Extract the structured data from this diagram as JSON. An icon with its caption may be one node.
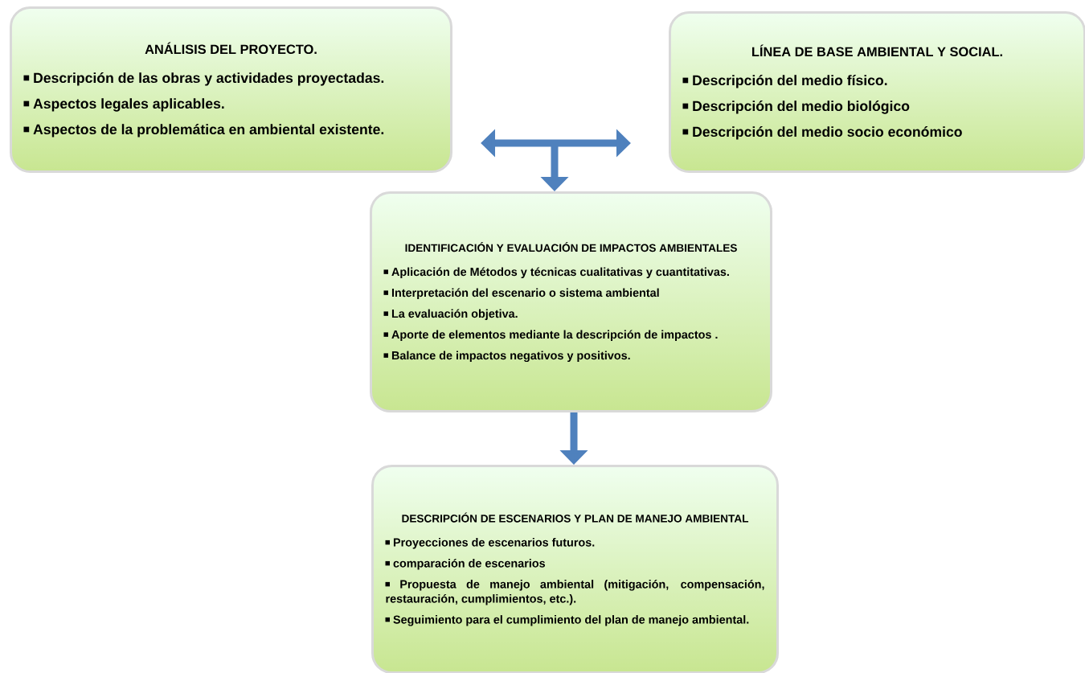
{
  "diagram": {
    "nodes": [
      {
        "text": [
          "ANÁLISIS DEL PROYECTO.",
          "Descripción de las obras y actividades proyectadas.",
          "Aspectos legales aplicables.",
          "Aspectos de la problemática en ambiental existente."
        ]
      },
      {
        "text": [
          "LÍNEA DE BASE AMBIENTAL Y SOCIAL.",
          "Descripción del medio físico.",
          "Descripción del medio biológico",
          "Descripción del medio socio económico"
        ]
      },
      {
        "text": [
          "IDENTIFICACIÓN Y EVALUACIÓN DE IMPACTOS AMBIENTALES",
          "Aplicación de Métodos y técnicas cualitativas y cuantitativas.",
          "Interpretación del escenario o sistema ambiental",
          "La evaluación objetiva.",
          "Aporte de elementos mediante la descripción de impactos .",
          "Balance de impactos negativos y positivos."
        ]
      },
      {
        "text": [
          "DESCRIPCIÓN DE ESCENARIOS Y PLAN DE MANEJO AMBIENTAL",
          "Proyecciones de escenarios futuros.",
          "comparación de escenarios",
          "Propuesta de manejo ambiental (mitigación, compensación, restauración, cumplimientos, etc.).",
          "Seguimiento para el cumplimiento del plan de manejo ambiental."
        ]
      }
    ],
    "edges": [
      {
        "from": 0,
        "to": 1,
        "arrow": "both"
      },
      {
        "from": null,
        "to": 2,
        "arrow": "to"
      },
      {
        "from": 2,
        "to": 3,
        "arrow": "to"
      }
    ]
  }
}
